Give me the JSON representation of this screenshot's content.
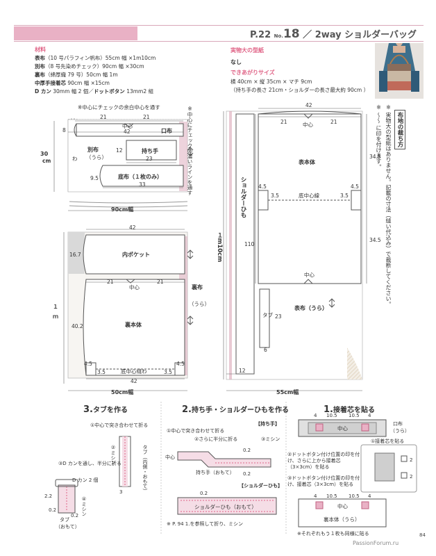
{
  "header": {
    "page_ref": "P.22",
    "no_prefix": "No.",
    "no": "18",
    "title": "／ 2way ショルダーバッグ"
  },
  "materials": {
    "heading": "材料",
    "lines": [
      {
        "name": "表布",
        "text": "（10 号パラフィン帆布）55cm 幅 ×1m10cm"
      },
      {
        "name": "別布",
        "text": "（8 号先染めチェック）90cm 幅 ×30cm"
      },
      {
        "name": "裏布",
        "text": "（綿厚織 79 号）50cm 幅 1m"
      },
      {
        "name": "中厚手接着芯",
        "text": " 90cm 幅 ×15cm"
      },
      {
        "name": "D カン",
        "text": " 30mm 幅 2 個／",
        "name2": "ドットボタン",
        "text2": " 13mm2 組"
      }
    ]
  },
  "pattern": {
    "heading": "実物大の型紙",
    "value": "なし"
  },
  "finished": {
    "heading": "できあがりサイズ",
    "line1": "横 40cm × 縦 35cm × マチ 9cm",
    "line2": "（持ち手の長さ 21cm・ショルダーの長さ最大約 90cm ）"
  },
  "cutting": {
    "title": "布地の裁ち方",
    "note1": "※ 実物大の型紙はありません。記載の寸法（縫い代込み）で裁断してください。",
    "note2": "※ ～～ に印を付けます。"
  },
  "diagram1": {
    "note": "※中心にチェックの余白中心を通す",
    "vnote": "※中心にチェックの濃いラインを通す",
    "d21a": "21",
    "d21b": "21",
    "chushin": "中心",
    "d8": "8",
    "d42": "42",
    "kuchinuno": "口布",
    "d12": "12",
    "betsununo": "別布",
    "ura": "（うら）",
    "mochite": "持ち手",
    "d23": "23",
    "d30": "30",
    "cm": "cm",
    "wa": "わ",
    "d95": "9.5",
    "sokonuno": "底布（１枚のみ）",
    "d33": "33",
    "width": "90cm幅"
  },
  "diagram2": {
    "d42": "42",
    "d167": "16.7",
    "uchipocket": "内ポケット",
    "d21a": "21",
    "d21b": "21",
    "chushin": "中心",
    "uranuno": "裏布",
    "ura": "（うら）",
    "d1m": "１",
    "m": "ｍ",
    "d402": "40.2",
    "urahontai": "裏本体",
    "d45a": "4.5",
    "d45b": "4.5",
    "d35a": "3.5",
    "d35b": "3.5",
    "sokochushin": "底中心縫わ",
    "d42b": "42",
    "width": "50cm幅"
  },
  "diagram3": {
    "d42": "42",
    "d21a": "21",
    "d21b": "21",
    "chushin": "中心",
    "omotehontai": "表本体",
    "d345a": "34.5",
    "d345b": "34.5",
    "d45a": "4.5",
    "d45b": "4.5",
    "d35a": "3.5",
    "d35b": "3.5",
    "sokochushinsen": "底中心線",
    "shoulder": "ショルダーひも",
    "d110": "110",
    "len": "１m10cm",
    "chushin2": "中心",
    "tab": "タブ",
    "d23": "23",
    "d6": "6",
    "omotenuno": "表布（うら）",
    "d12": "12",
    "width": "55cm幅"
  },
  "step3": {
    "num": "3.",
    "title": "タブを作る",
    "s1": "①中心で突き合わせて折る",
    "s2": "②ミシン",
    "tab_label": "タブ（内側・おもて）",
    "s3": "③D カンを通し、半分に折る",
    "dkan": "D カン 2 個",
    "d22": "2.2",
    "d02a": "0.2",
    "d02b": "0.2",
    "s4": "④ミシン",
    "tab2": "タブ",
    "omote": "（おもて）",
    "d3": "3"
  },
  "step2": {
    "num": "2.",
    "title": "持ち手・ショルダーひもを作る",
    "sub1": "【持ち手】",
    "s1": "①中心で突き合わせて折る",
    "s2": "②さらに半分に折る",
    "s3": "③ミシン",
    "center": "中心",
    "d02a": "0.2",
    "d02b": "0.2",
    "mochite": "持ち手（おもて）",
    "sub2": "【ショルダーひも】",
    "d02c": "0.2",
    "shoulder": "ショルダーひも（おもて）",
    "ref": "※ P. 94 1.を参照して折り、ミシン"
  },
  "step1": {
    "num": "1.",
    "title": "接着芯を貼る",
    "d4a": "4",
    "d105a": "10.5",
    "d105b": "10.5",
    "d4b": "4",
    "center": "中心",
    "kuchi": "口布",
    "kuchiura": "（うら）",
    "sub": "①接着芯を貼る",
    "d2a": "2",
    "d2b": "2",
    "s2": "②ドットボタン付け位置の印を付け、さらに上から接着芯（3×3cm）を貼る",
    "s3": "③ドットボタン付け位置の印を付け、接着芯（3×3cm）を貼る",
    "d4c": "4",
    "d105c": "10.5",
    "d105d": "10.5",
    "d4d": "4",
    "center2": "中心",
    "urahontai": "裏本体（うら）",
    "note": "※それぞれもう１枚も同様に貼る"
  },
  "footer": {
    "brand": "PassionForum.ru",
    "page": "84"
  }
}
